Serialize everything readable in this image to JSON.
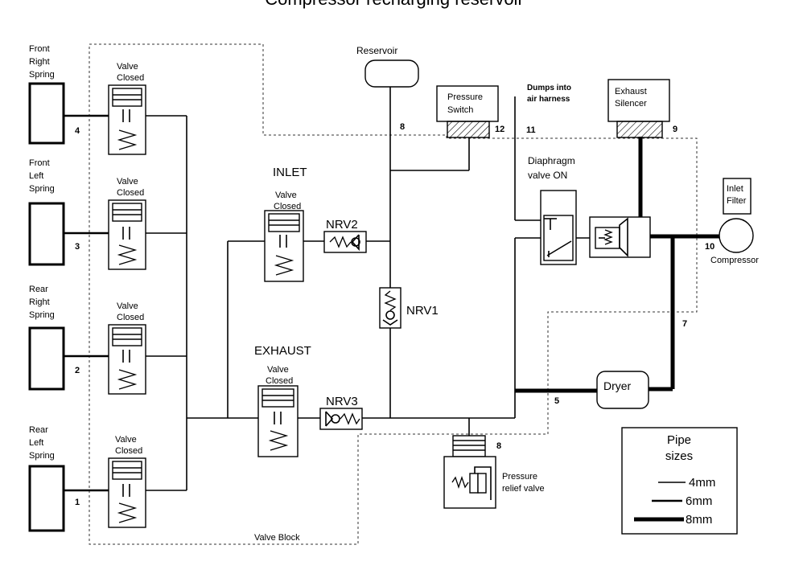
{
  "title": "Compressor recharging reservoir",
  "springs": [
    {
      "label_lines": [
        "Front",
        "Right",
        "Spring"
      ],
      "pipe_number": "4"
    },
    {
      "label_lines": [
        "Front",
        "Left",
        "Spring"
      ],
      "pipe_number": "3"
    },
    {
      "label_lines": [
        "Rear",
        "Right",
        "Spring"
      ],
      "pipe_number": "2"
    },
    {
      "label_lines": [
        "Rear",
        "Left",
        "Spring"
      ],
      "pipe_number": "1"
    }
  ],
  "spring_valves": [
    {
      "state_lines": [
        "Valve",
        "Closed"
      ]
    },
    {
      "state_lines": [
        "Valve",
        "Closed"
      ]
    },
    {
      "state_lines": [
        "Valve",
        "Closed"
      ]
    },
    {
      "state_lines": [
        "Valve",
        "Closed"
      ]
    }
  ],
  "inlet": {
    "heading": "INLET",
    "state_lines": [
      "Valve",
      "Closed"
    ]
  },
  "exhaust": {
    "heading": "EXHAUST",
    "state_lines": [
      "Valve",
      "Closed"
    ]
  },
  "nrv": {
    "nrv1": "NRV1",
    "nrv2": "NRV2",
    "nrv3": "NRV3"
  },
  "reservoir": {
    "label": "Reservoir",
    "pipe_number": "8"
  },
  "pressure_switch": {
    "label_lines": [
      "Pressure",
      "Switch"
    ],
    "pipe_number": "12"
  },
  "dumps_note": {
    "lines": [
      "Dumps into",
      "air harness"
    ],
    "pipe_number": "11"
  },
  "exhaust_silencer": {
    "label_lines": [
      "Exhaust",
      "Silencer"
    ],
    "pipe_number": "9"
  },
  "diaphragm_valve": {
    "label_lines": [
      "Diaphragm",
      "valve  ON"
    ]
  },
  "inlet_filter": {
    "label_lines": [
      "Inlet",
      "Filter"
    ]
  },
  "compressor": {
    "label": "Compressor",
    "pipe_number": "10"
  },
  "dryer": {
    "label": "Dryer",
    "pipe_number": "5",
    "link_number": "7"
  },
  "pressure_relief": {
    "label_lines": [
      "Pressure",
      "relief valve"
    ],
    "pipe_number": "8"
  },
  "valve_block": {
    "label": "Valve Block"
  },
  "legend": {
    "title_lines": [
      "Pipe",
      "sizes"
    ],
    "items": [
      {
        "label": "4mm",
        "weight": "thin"
      },
      {
        "label": "6mm",
        "weight": "medium"
      },
      {
        "label": "8mm",
        "weight": "thick"
      }
    ]
  }
}
